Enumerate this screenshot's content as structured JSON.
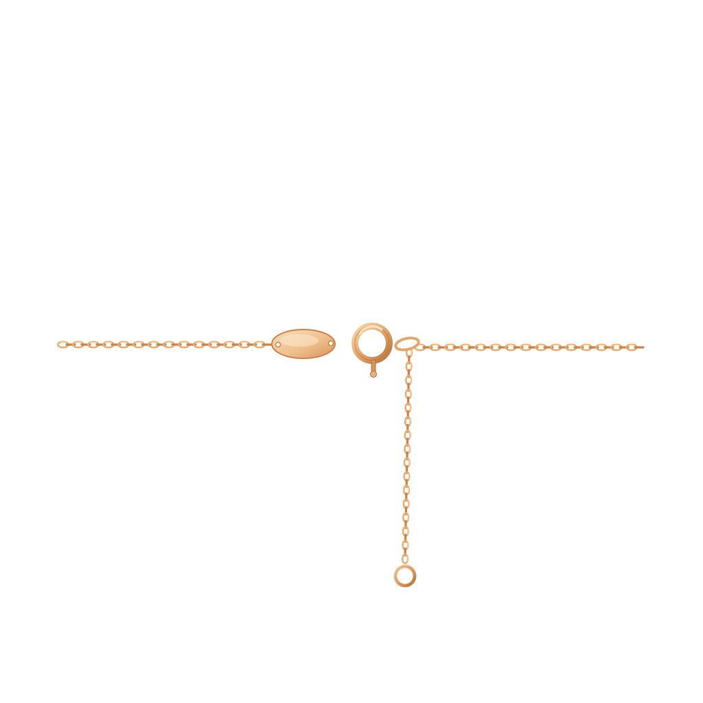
{
  "image": {
    "background_color": "#ffffff",
    "colors": {
      "gold_light": "#f6d3a6",
      "gold_mid": "#e8ad73",
      "gold_dark": "#c9824a",
      "gold_shadow": "#b06f3b"
    },
    "objects": [
      "chain-left",
      "name-tag",
      "spring-ring-clasp",
      "chain-right",
      "extension-chain",
      "end-jump-ring"
    ]
  }
}
